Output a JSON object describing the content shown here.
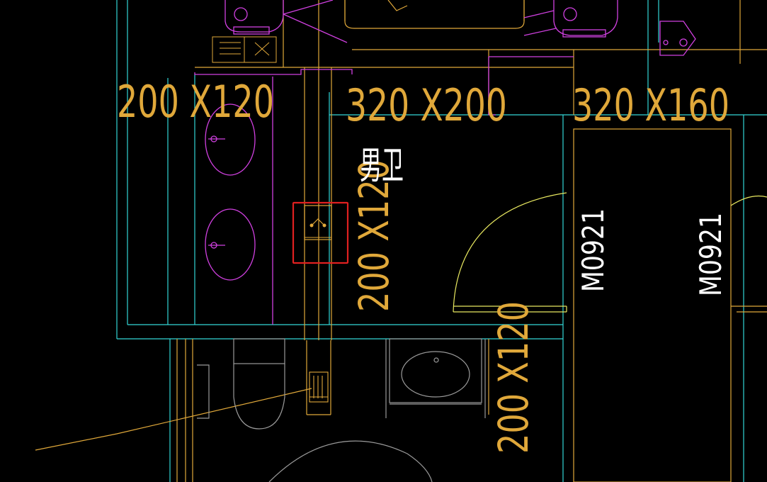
{
  "colors": {
    "background": "#000000",
    "wall_cyan": "#33d6d6",
    "duct_yellow": "#e0a83a",
    "fixture_magenta": "#d040e0",
    "text_white": "#ffffff",
    "highlight_red": "#e02020",
    "door_yellow": "#e8e860",
    "gray": "#9a9a9a"
  },
  "labels": {
    "duct_top_left": "200 X120",
    "duct_top_center": "320 X200",
    "duct_top_right": "320 X160",
    "duct_vertical_mid": "200 X120",
    "duct_vertical_bottom": "200 X120",
    "room_name": "男卫",
    "door_left": "M0921",
    "door_right": "M0921"
  }
}
